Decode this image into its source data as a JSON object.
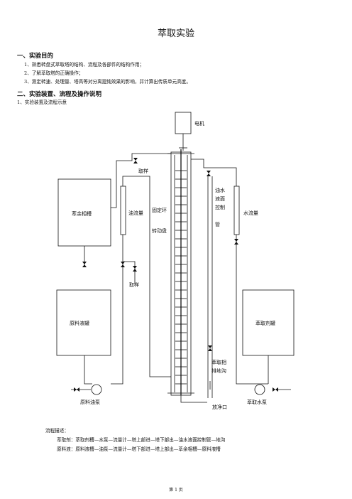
{
  "title": "萃取实验",
  "section1": {
    "heading": "一、实验目的",
    "items": [
      "1、熟悉转盘式萃取塔的结构、流程及各部件的结构作用；",
      "2、了解萃取塔的正确操作；",
      "3、测定转速、处理量、塔高等对分离提纯效果的影响，并计算出传质单元高度。"
    ]
  },
  "section2": {
    "heading": "二、实验装置、流程及操作说明",
    "subheading": "1、实验装置及流程示意"
  },
  "diagram": {
    "motor": "电机",
    "raffinate_tank": "萃余相槽",
    "oil_flowmeter": "油流量",
    "sample_top": "取样",
    "sample_mid": "取样",
    "fixed_ring": "固定环",
    "rotating_disk": "转动盘",
    "interface_pipe": [
      "油水",
      "液面",
      "控制",
      "管"
    ],
    "water_flowmeter": "水流量",
    "feed_tank": "原料液罐",
    "extractant_tank": "萃取剂罐",
    "extract_drain": [
      "萃取相",
      "排地沟"
    ],
    "oil_pump": "原料油泵",
    "drain_port": "放净口",
    "water_pump": "萃取水泵"
  },
  "process": {
    "label": "流程描述：",
    "lines": [
      "萃取剂：萃取剂槽—水泵—流量计—塔上部进—塔下部出—油水液面控制管—地沟",
      "原料液：原料液槽—油泵—流量计—塔下部进—塔上部出—萃余相槽—原料液槽"
    ]
  },
  "footer": "第 1 页"
}
